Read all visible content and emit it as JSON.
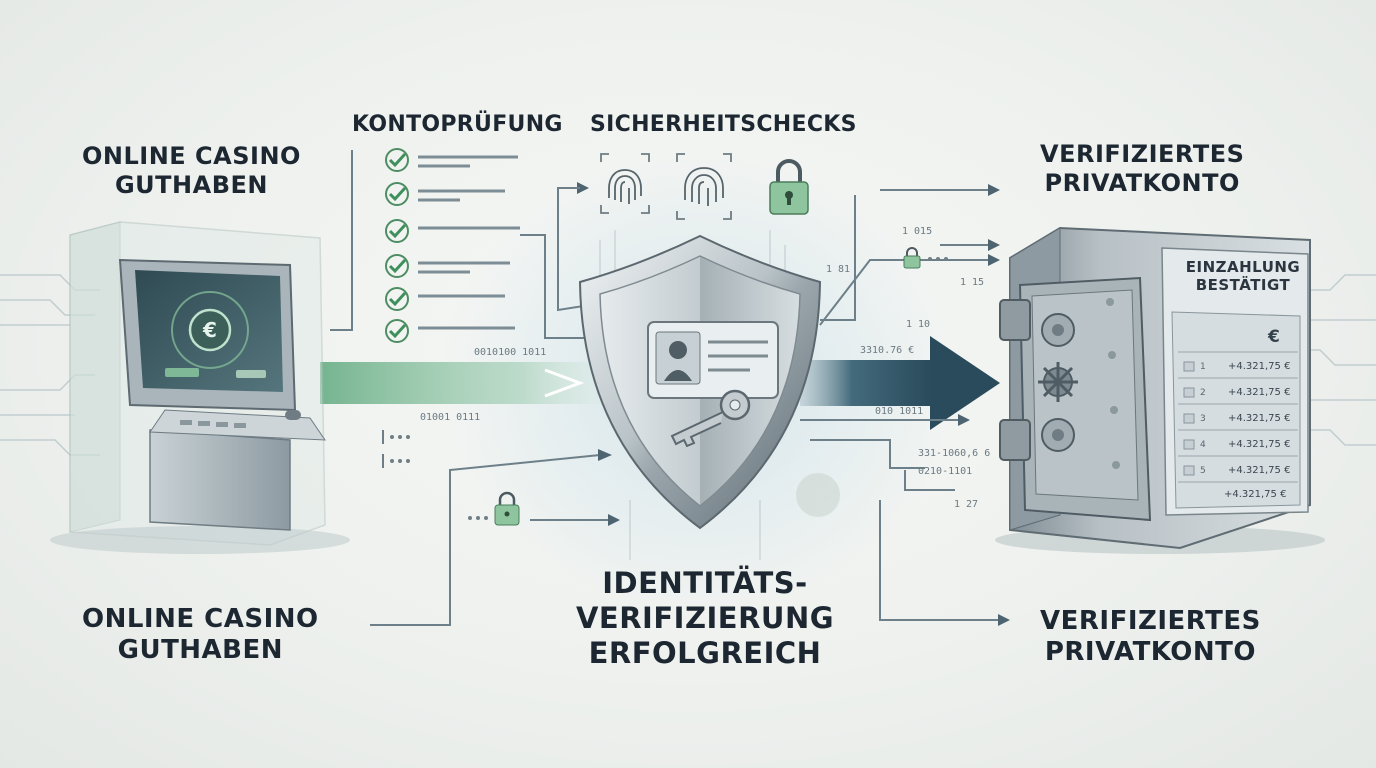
{
  "labels": {
    "casino_top": [
      "ONLINE CASINO",
      "GUTHABEN"
    ],
    "casino_bottom": [
      "ONLINE CASINO",
      "GUTHABEN"
    ],
    "account_check": "KONTOPRÜFUNG",
    "security_checks": "SICHERHEITSCHECKS",
    "verified_top": [
      "VERIFIZIERTES",
      "PRIVATKONTO"
    ],
    "verified_bottom": [
      "VERIFIZIERTES",
      "PRIVATKONTO"
    ],
    "identity": [
      "IDENTITÄTS-",
      "VERIFIZIERUNG",
      "ERFOLGREICH"
    ]
  },
  "kiosk": {
    "screen_symbol": "€"
  },
  "safe": {
    "deposit_label": [
      "EINZAHLUNG",
      "BESTÄTIGT"
    ],
    "currency_header": "€",
    "ledger": [
      {
        "n": "1",
        "amount": "+4.321,75 €"
      },
      {
        "n": "2",
        "amount": "+4.321,75 €"
      },
      {
        "n": "3",
        "amount": "+4.321,75 €"
      },
      {
        "n": "4",
        "amount": "+4.321,75 €"
      },
      {
        "n": "5",
        "amount": "+4.321,75 €"
      },
      {
        "n": "",
        "amount": "+4.321,75 €"
      }
    ]
  },
  "data_streams": {
    "binary_left_top": "0010100 1011",
    "binary_left_mid": "01001 0111",
    "amount_stream": "3310.76 €",
    "code_right_top": "1 015",
    "code_right_a": "1 81",
    "code_right_b": "1 15",
    "code_right_c": "1 10",
    "code_right_d": "010 1011",
    "code_right_e": "331-1060,6 6",
    "code_right_f": "0210-1101",
    "code_right_g": "1 27"
  },
  "colors": {
    "accent_green": "#6fb58d",
    "arrow_blue": "#2f5466",
    "line_gray": "#8ea0a8",
    "check_green": "#3f8f5c"
  },
  "icons": [
    "checkmark-icon",
    "fingerprint-icon",
    "padlock-icon",
    "id-card-icon",
    "key-icon",
    "shield-icon",
    "safe-icon",
    "atm-kiosk-icon"
  ]
}
